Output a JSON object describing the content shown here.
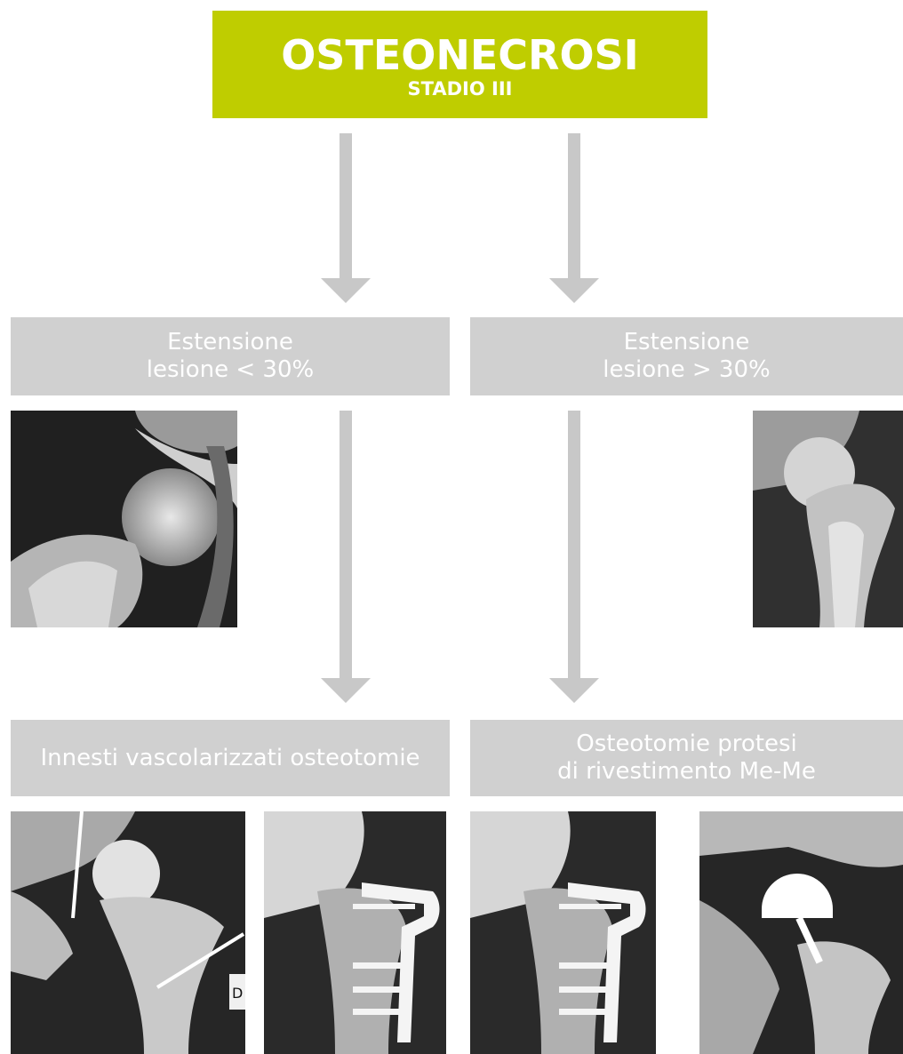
{
  "header": {
    "title": "OSTEONECROSI",
    "subtitle": "STADIO III"
  },
  "branches": {
    "left": {
      "condition_line1": "Estensione",
      "condition_line2": "lesione < 30%",
      "treatment": "Innesti vascolarizzati osteotomie"
    },
    "right": {
      "condition_line1": "Estensione",
      "condition_line2": "lesione > 30%",
      "treatment_line1": "Osteotomie protesi",
      "treatment_line2": "di rivestimento Me-Me"
    }
  },
  "colors": {
    "header_bg": "#bfcd00",
    "box_bg": "#d0d0d0",
    "arrow": "#c8c8c8",
    "text": "#ffffff"
  },
  "xray_labels": {
    "marker": "D"
  }
}
